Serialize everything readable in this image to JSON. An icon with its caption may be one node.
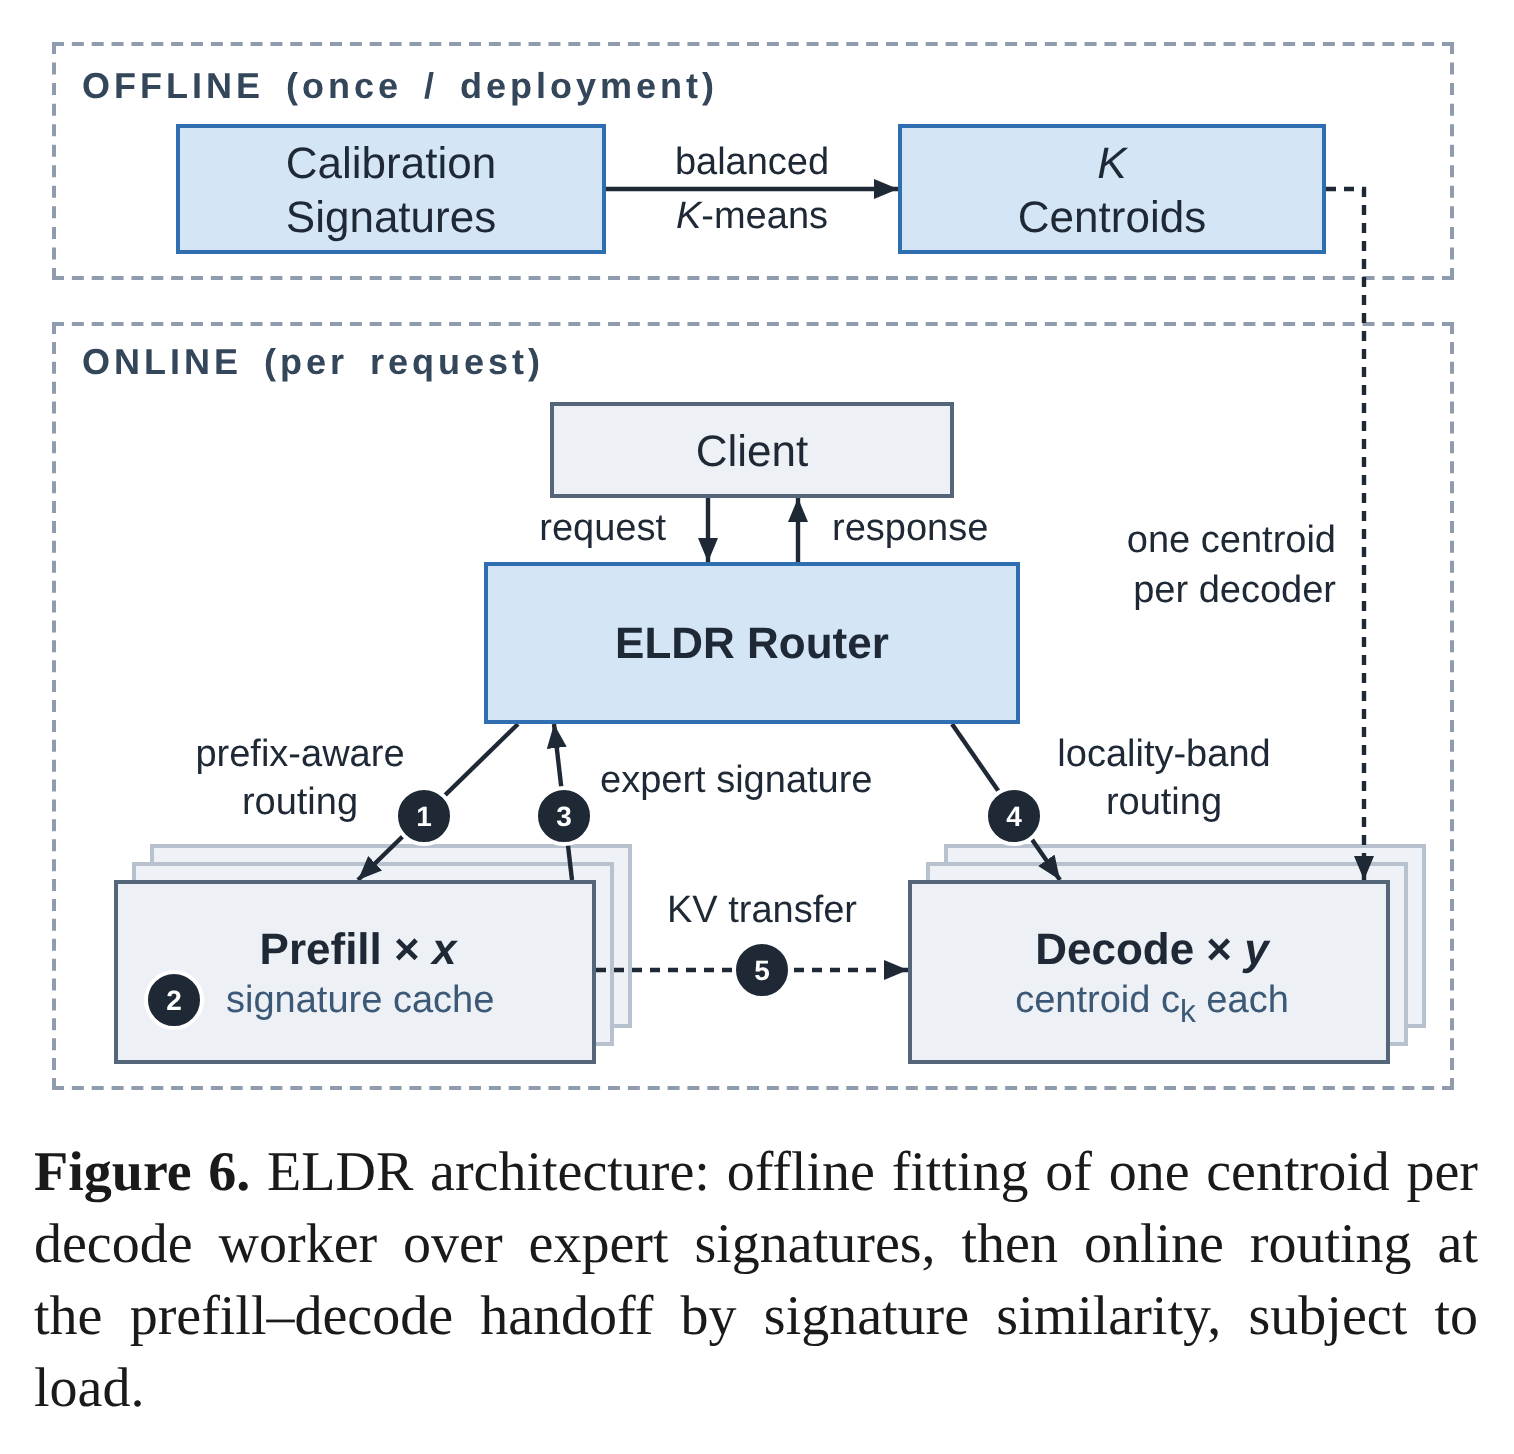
{
  "diagram": {
    "caption": "**Figure 6.** ELDR architecture: offline fitting of one centroid per decode worker over expert signatures, then online routing at the prefill–decode handoff by signature similarity, subject to load.",
    "nodes": [
      {
        "text": [
          "OFFLINE (once / deployment)"
        ]
      },
      {
        "text": [
          "Calibration Signatures"
        ],
        "in": 0
      },
      {
        "text": [
          "*K* Centroids"
        ],
        "in": 0
      },
      {
        "text": [
          "ONLINE (per request)"
        ]
      },
      {
        "text": [
          "Client"
        ],
        "in": 3
      },
      {
        "text": [
          "ELDR Router"
        ],
        "in": 3
      },
      {
        "text": [
          "Prefill × *x*",
          "signature cache"
        ],
        "in": 3
      },
      {
        "text": [
          "Decode × *y*",
          "centroid c$_{k}$ each"
        ],
        "in": 3
      }
    ],
    "edges": [
      {
        "from": 1,
        "to": 2,
        "arrow": "to",
        "label": "balanced *K*-means"
      },
      {
        "from": 2,
        "to": 7,
        "arrow": "to",
        "label": "one centroid per decoder",
        "style": "dashed"
      },
      {
        "from": 4,
        "to": 5,
        "arrow": "to",
        "label": "request"
      },
      {
        "from": 5,
        "to": 4,
        "arrow": "to",
        "label": "response"
      },
      {
        "from": 5,
        "to": 6,
        "arrow": "to",
        "label": "prefix-aware routing"
      },
      {
        "from": 6,
        "to": 5,
        "arrow": "to",
        "label": "expert signature"
      },
      {
        "from": 5,
        "to": 7,
        "arrow": "to",
        "label": "locality-band routing"
      },
      {
        "from": 6,
        "to": 7,
        "arrow": "to",
        "label": "KV transfer",
        "style": "dashed"
      }
    ],
    "labels": [
      "1",
      "3",
      "4",
      "5",
      "2"
    ]
  }
}
